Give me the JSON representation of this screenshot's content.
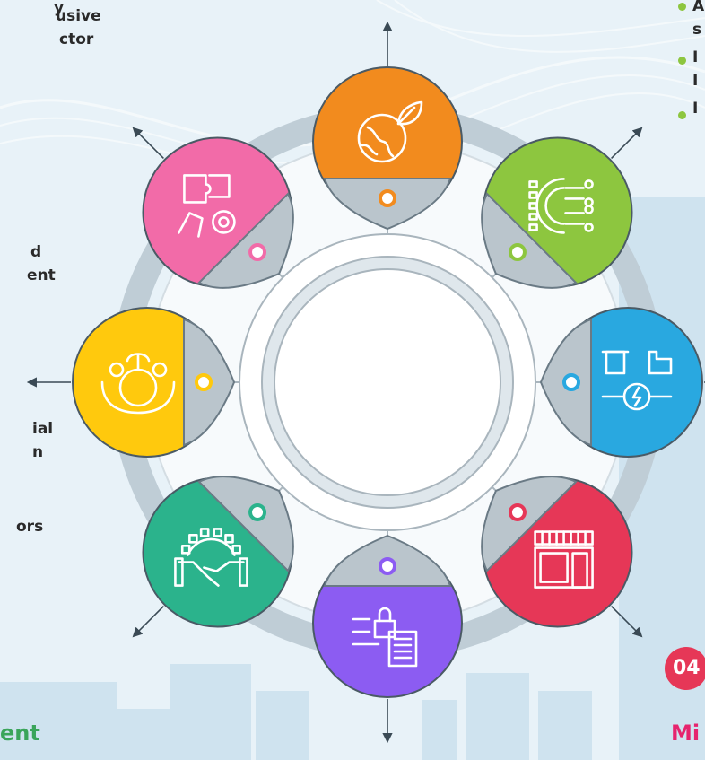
{
  "colors": {
    "background": "#e8f2f8",
    "ring": "#bfcdd6",
    "hub_fill": "#ffffff",
    "connector": "#a9b5bd",
    "arrow": "#3a4a55",
    "petals": [
      "#f28b1e",
      "#8dc63f",
      "#29a8e0",
      "#e63757",
      "#8c5cf2",
      "#2bb38c",
      "#ffc90d",
      "#f26ba8"
    ],
    "bullet": "#8dc63f",
    "step_badge": "#e63757",
    "title_green": "#3aa55a",
    "title_pink": "#e6246e"
  },
  "petals": [
    {
      "name": "environment-petal",
      "icon": "eco-globe-icon"
    },
    {
      "name": "digital-gear-petal",
      "icon": "digital-gear-icon"
    },
    {
      "name": "waste-to-energy-petal",
      "icon": "waste-to-energy-icon"
    },
    {
      "name": "storefront-petal",
      "icon": "storefront-icon"
    },
    {
      "name": "data-security-petal",
      "icon": "data-security-icon"
    },
    {
      "name": "partnership-petal",
      "icon": "handshake-gear-icon"
    },
    {
      "name": "community-petal",
      "icon": "community-hands-icon"
    },
    {
      "name": "puzzle-strategy-petal",
      "icon": "puzzle-gear-icon"
    }
  ],
  "fragments": {
    "left_top": [
      "y",
      "usive",
      "ctor"
    ],
    "left_mid": [
      "d",
      "ent"
    ],
    "left_lower": [
      "ial",
      "n"
    ],
    "left_bottom": [
      "ors"
    ],
    "left_title": "ent",
    "right_top": [
      "A",
      "s",
      "I",
      "I",
      "I"
    ],
    "right_badge": "04",
    "right_title": "Mi"
  }
}
